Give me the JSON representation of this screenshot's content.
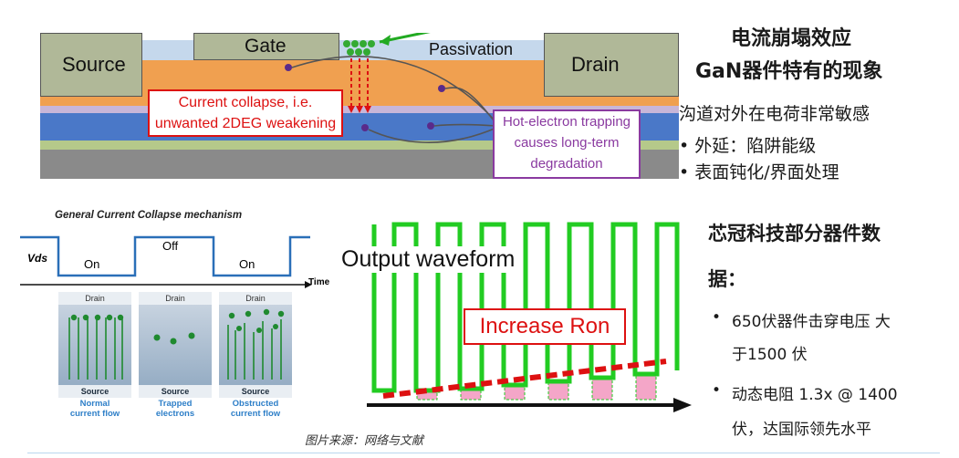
{
  "device": {
    "source_label": "Source",
    "gate_label": "Gate",
    "drain_label": "Drain",
    "passivation_label": "Passivation",
    "collapse_box": {
      "line1": "Current collapse, i.e.",
      "line2": "unwanted 2DEG weakening"
    },
    "hot_electron_box": {
      "line1": "Hot-electron trapping",
      "line2": "causes long-term",
      "line3": "degradation"
    }
  },
  "right_panel": {
    "title1": "电流崩塌效应",
    "title2": "GaN器件特有的现象",
    "subtitle": "沟道对外在电荷非常敏感",
    "bullets": [
      "• 外延：陷阱能级",
      "• 表面钝化/界面处理"
    ]
  },
  "mechanism": {
    "title": "General Current Collapse mechanism",
    "vds_label": "Vds",
    "states": [
      "On",
      "Off",
      "On"
    ],
    "time_label": "Time",
    "cells": [
      {
        "top": "Drain",
        "bottom": "Source",
        "caption1": "Normal",
        "caption2": "current flow"
      },
      {
        "top": "Drain",
        "bottom": "Source",
        "caption1": "Trapped",
        "caption2": "electrons"
      },
      {
        "top": "Drain",
        "bottom": "Source",
        "caption1": "Obstructed",
        "caption2": "current flow"
      }
    ]
  },
  "waveform": {
    "title": "Output waveform",
    "ron_label": "Increase Ron"
  },
  "source_note": "图片来源：网络与文献",
  "company_panel": {
    "heading_line1": "芯冠科技部分器件数",
    "heading_line2": "据：",
    "bullet1_line1": "650伏器件击穿电压 大",
    "bullet1_line2": "于1500 伏",
    "bullet2_line1": "动态电阻 1.3x @ 1400",
    "bullet2_line2": "伏，达国际领先水平"
  },
  "colors": {
    "orange_layer": "#f0a050",
    "blue_layer": "#4a78c8",
    "source_drain": "#b0b898",
    "waveform_green": "#22cc22",
    "ron_red": "#dd1111",
    "trap_pink": "#f4a6c8",
    "caption_blue": "#2e7fc8",
    "vds_blue": "#2a6fb8"
  }
}
